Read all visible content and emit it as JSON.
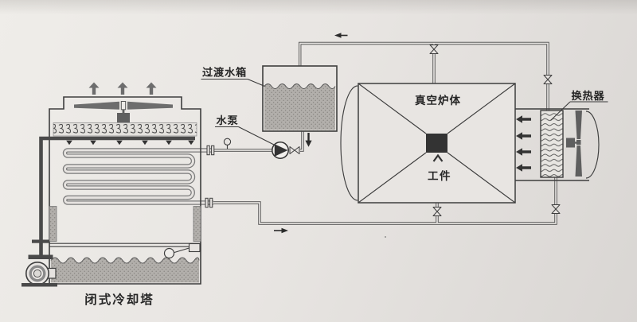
{
  "diagram": {
    "labels": {
      "transition_tank": "过渡水箱",
      "water_pump": "水泵",
      "vacuum_furnace_body": "真空炉体",
      "workpiece": "工件",
      "heat_exchanger": "换热器",
      "closed_cooling_tower": "闭式冷却塔"
    },
    "colors": {
      "paper_light": "#efede9",
      "paper": "#e8e5e2",
      "paper_inner": "#e6e3e0",
      "paper_dark": "#d9d6d3",
      "line": "#3e3e3e",
      "pipe": "#4a4a4a",
      "dark": "#333333",
      "gray": "#6d6d6d",
      "fan": "#5f5f5f",
      "coil": "#7a7a7a",
      "water_base": "#b2afab",
      "water_dot": "#8b8884",
      "text": "#262626"
    }
  }
}
